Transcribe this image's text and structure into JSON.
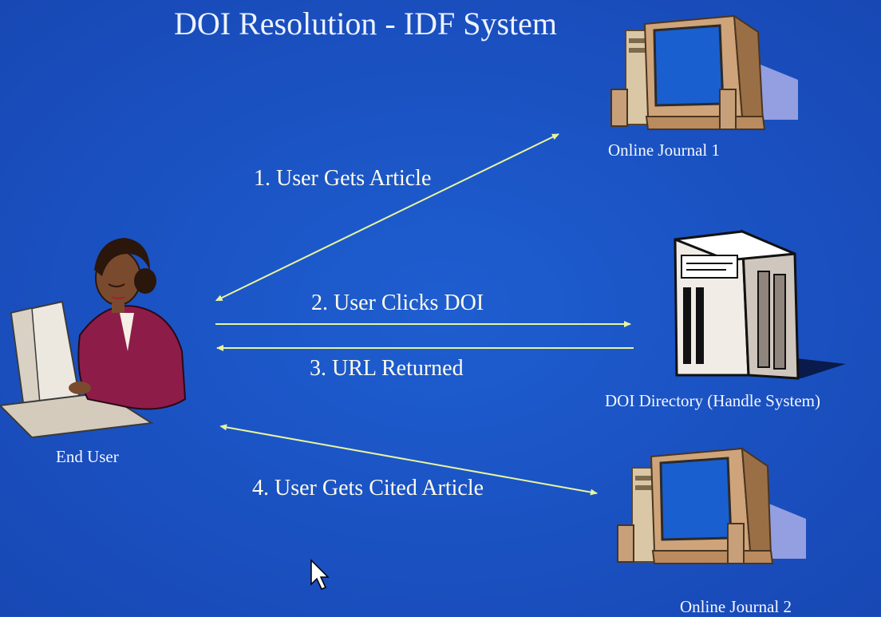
{
  "title": "DOI Resolution - IDF System",
  "nodes": {
    "end_user": "End User",
    "journal1": "Online Journal 1",
    "directory": "DOI Directory (Handle System)",
    "journal2": "Online Journal 2"
  },
  "steps": [
    "1. User Gets Article",
    "2. User Clicks DOI",
    "3. URL Returned",
    "4. User Gets Cited Article"
  ],
  "colors": {
    "background": "#1a52c2",
    "arrow": "#e8f5a0"
  }
}
